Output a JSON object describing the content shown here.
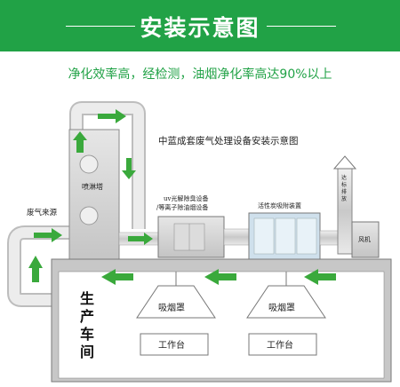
{
  "banner": {
    "title": "安装示意图"
  },
  "subtitle": "净化效率高，经检测，油烟净化率高达90%以上",
  "diagram": {
    "title": "中蓝成套废气处理设备安装示意图",
    "spray_tower": "喷淋塔",
    "waste_gas_source": "废气来源",
    "uv_device_line1": "uv光解除臭设备",
    "uv_device_line2": "/等离子除油烟设备",
    "carbon_device": "活性炭吸附装置",
    "fan": "风机",
    "stack": [
      "达",
      "标",
      "排",
      "放"
    ],
    "workshop": [
      "生",
      "产",
      "车",
      "间"
    ],
    "hood_left": "吸烟罩",
    "hood_right": "吸烟罩",
    "bench_left": "工作台",
    "bench_right": "工作台"
  },
  "colors": {
    "accent": "#21a246",
    "arrow": "#3aa93c",
    "equipment": "#d4d4d4"
  }
}
